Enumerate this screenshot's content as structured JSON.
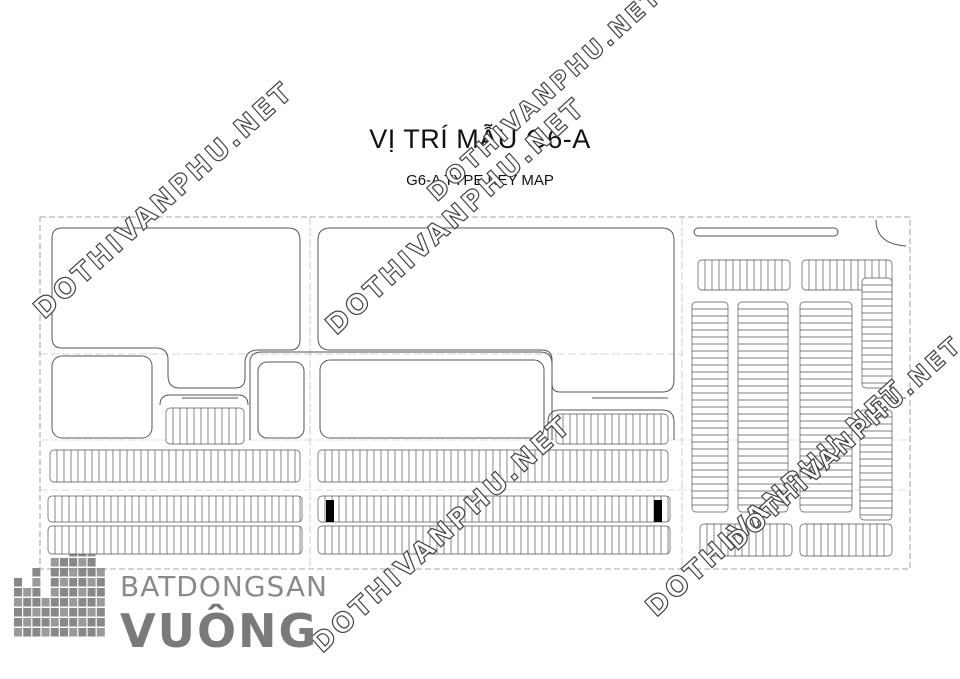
{
  "map": {
    "title": "VỊ TRÍ MẪU G6-A",
    "subtitle": "G6-A TYPE KEY MAP"
  },
  "watermarks": [
    {
      "text": "DOTHIVANPHU.NET"
    },
    {
      "text": "DOTHIVANPHU.NET"
    },
    {
      "text": "DOTHIVANPHU.NET"
    },
    {
      "text": "DOTHIVANPHU.NET"
    },
    {
      "text": "DOTHIVANPHU.NET"
    },
    {
      "text": "DOTHIVANPHU.NET"
    }
  ],
  "logo": {
    "line1": "BATDONGSAN",
    "line2": "VUÔNG"
  },
  "colors": {
    "linework": "#555555",
    "highlight": "#000000",
    "logo_gray": "#8a8a8a"
  }
}
